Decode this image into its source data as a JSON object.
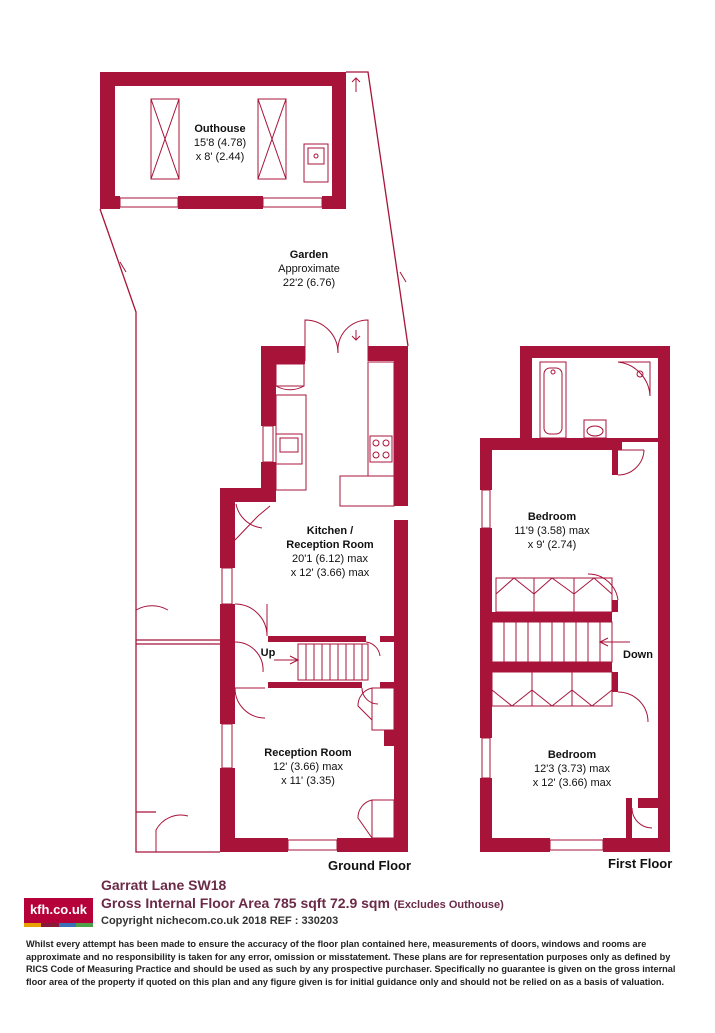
{
  "rooms": {
    "outhouse": {
      "name": "Outhouse",
      "dim1": "15'8 (4.78)",
      "dim2": "x 8' (2.44)"
    },
    "garden": {
      "name": "Garden",
      "dim1": "Approximate",
      "dim2": "22'2 (6.76)"
    },
    "kitchen": {
      "name1": "Kitchen /",
      "name2": "Reception Room",
      "dim1": "20'1 (6.12) max",
      "dim2": "x 12' (3.66) max"
    },
    "reception": {
      "name": "Reception Room",
      "dim1": "12' (3.66) max",
      "dim2": "x 11' (3.35)"
    },
    "bedroom1": {
      "name": "Bedroom",
      "dim1": "11'9 (3.58) max",
      "dim2": "x 9' (2.74)"
    },
    "bedroom2": {
      "name": "Bedroom",
      "dim1": "12'3 (3.73) max",
      "dim2": "x 12' (3.66) max"
    }
  },
  "stairs": {
    "up": "Up",
    "down": "Down"
  },
  "floors": {
    "ground": "Ground Floor",
    "first": "First Floor"
  },
  "info": {
    "address": "Garratt Lane  SW18",
    "area": "Gross Internal Floor Area 785 sqft 72.9 sqm",
    "area_note": "(Excludes Outhouse)",
    "copyright": "Copyright nichecom.co.uk 2018 REF : 330203"
  },
  "logo": {
    "text": "kfh.co.uk",
    "stripe_colors": [
      "#e8a200",
      "#8a1a3c",
      "#3b6fb6",
      "#4fa14a"
    ]
  },
  "disclaimer": "Whilst every attempt has been made to ensure the accuracy of the floor plan contained here, measurements of doors, windows and rooms are approximate and no responsibility is taken for any error, omission or misstatement. These plans are for representation purposes only as defined by RICS Code of Measuring Practice and should be used as such by any prospective purchaser.  Specifically no guarantee is given on the gross internal floor area of the property if quoted on this plan and any figure given is for initial guidance only and should not be relied on as a basis of valuation.",
  "colors": {
    "wall": "#a8133a"
  }
}
